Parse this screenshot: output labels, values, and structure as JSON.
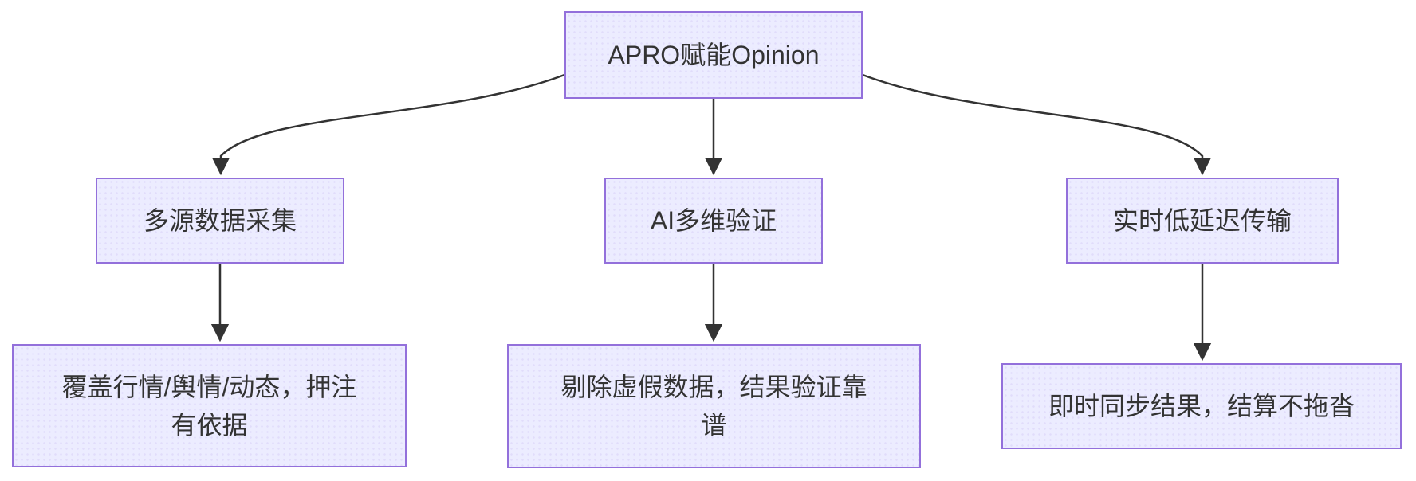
{
  "diagram": {
    "type": "flowchart",
    "colors": {
      "background": "#FFFFFF",
      "node_fill": "#ECECFF",
      "node_border": "#9370DB",
      "text": "#333333",
      "edge": "#333333"
    },
    "nodes": {
      "root": {
        "label": "APRO赋能Opinion",
        "lines": [
          "APRO赋能Opinion"
        ]
      },
      "m1": {
        "label": "多源数据采集",
        "lines": [
          "多源数据采集"
        ]
      },
      "m2": {
        "label": "AI多维验证",
        "lines": [
          "AI多维验证"
        ]
      },
      "m3": {
        "label": "实时低延迟传输",
        "lines": [
          "实时低延迟传输"
        ]
      },
      "b1": {
        "label": "覆盖行情/舆情/动态，押注有依据",
        "lines": [
          "覆盖行情/舆情/动态，押注",
          "有依据"
        ]
      },
      "b2": {
        "label": "剔除虚假数据，结果验证靠谱",
        "lines": [
          "剔除虚假数据，结果验证靠",
          "谱"
        ]
      },
      "b3": {
        "label": "即时同步结果，结算不拖沓",
        "lines": [
          "即时同步结果，结算不拖沓"
        ]
      }
    },
    "edges": [
      {
        "from": "root",
        "to": "m1"
      },
      {
        "from": "root",
        "to": "m2"
      },
      {
        "from": "root",
        "to": "m3"
      },
      {
        "from": "m1",
        "to": "b1"
      },
      {
        "from": "m2",
        "to": "b2"
      },
      {
        "from": "m3",
        "to": "b3"
      }
    ]
  }
}
